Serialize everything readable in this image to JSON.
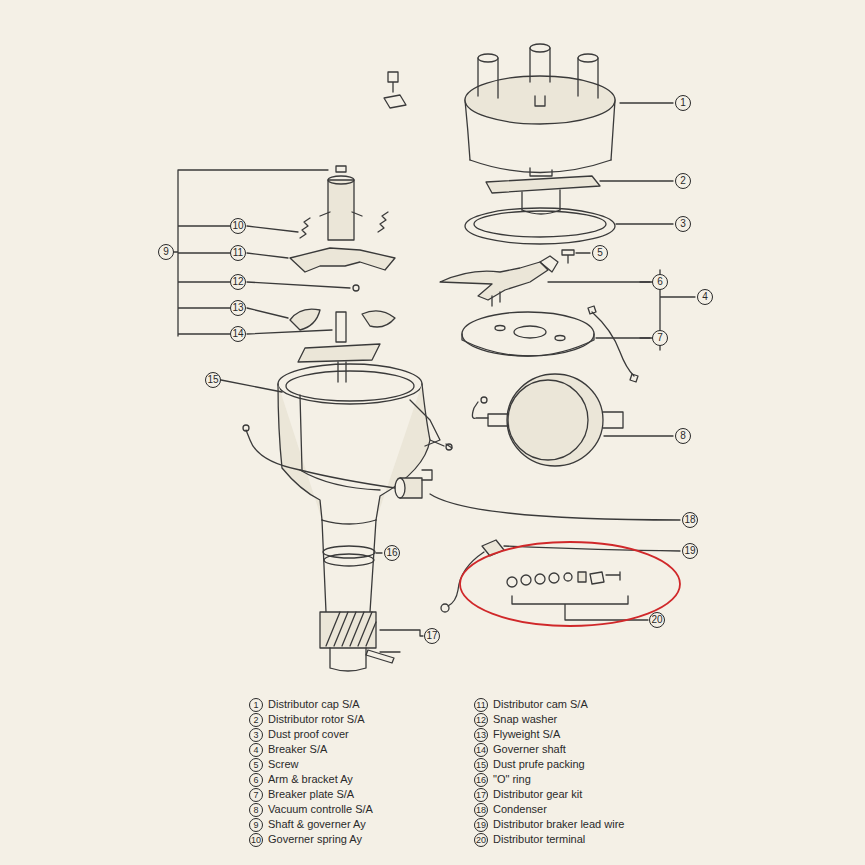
{
  "diagram": {
    "labels": [
      "1",
      "2",
      "3",
      "5",
      "6",
      "4",
      "7",
      "8",
      "9",
      "10",
      "11",
      "12",
      "13",
      "14",
      "15",
      "16",
      "17",
      "18",
      "19",
      "20",
      "1",
      "Distributor cap S/A",
      "2",
      "Distributor rotor S/A",
      "3",
      "Dust proof cover",
      "4",
      "Breaker S/A",
      "5",
      "Screw",
      "6",
      "Arm & bracket Ay",
      "7",
      "Breaker plate S/A",
      "8",
      "Vacuum controlle S/A",
      "9",
      "Shaft & governer Ay",
      "10",
      "Governer spring Ay",
      "11",
      "Distributor cam S/A",
      "12",
      "Snap washer",
      "13",
      "Flyweight S/A",
      "14",
      "Governer shaft",
      "15",
      "Dust prufe packing",
      "16",
      "\"O\" ring",
      "17",
      "Distributor gear kit",
      "18",
      "Condenser",
      "19",
      "Distributor braker lead wire",
      "20",
      "Distributor terminal"
    ]
  }
}
